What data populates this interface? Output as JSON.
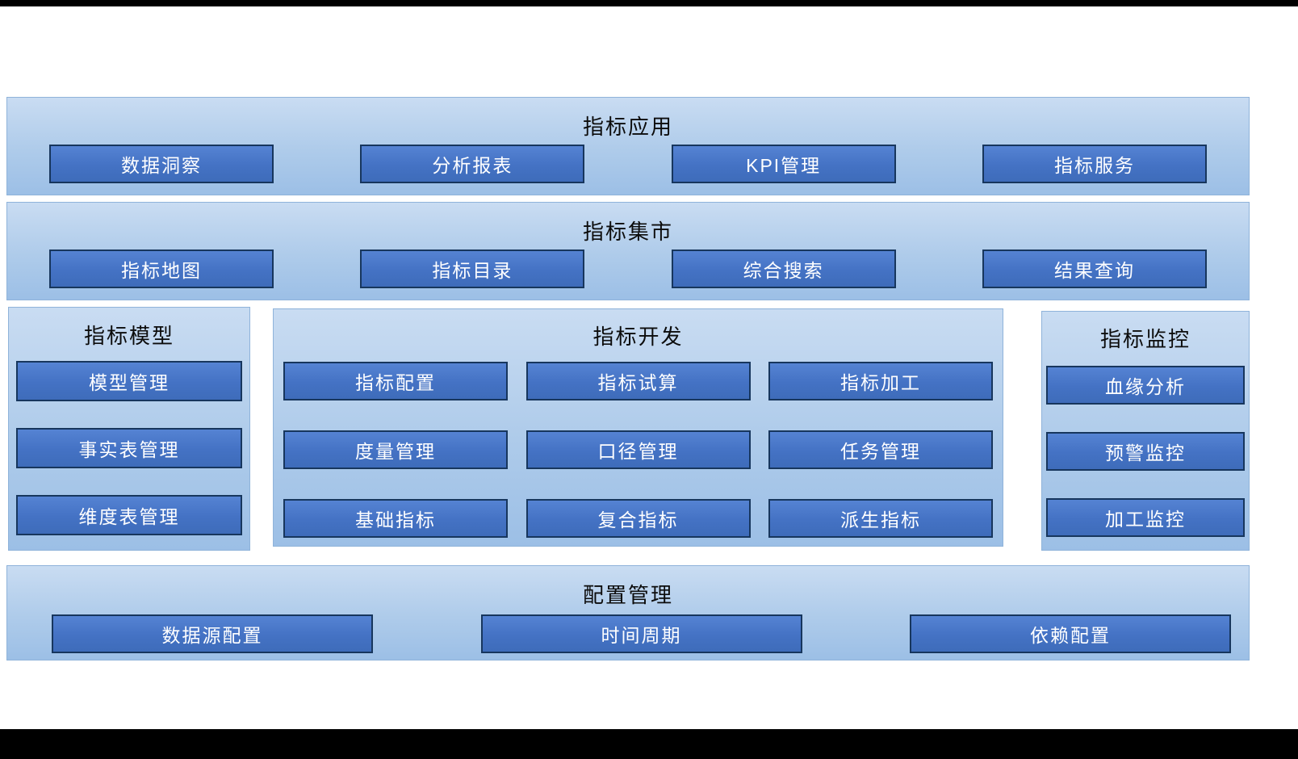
{
  "colors": {
    "panel_fill_top": "#c9dcf2",
    "panel_fill_bottom": "#9cbfe6",
    "box_fill": "#4472c4",
    "box_border": "#17365d",
    "box_text": "#ffffff",
    "title_text": "#0c0c0c"
  },
  "bands": [
    {
      "title": "指标应用",
      "items": [
        "数据洞察",
        "分析报表",
        "KPI管理",
        "指标服务"
      ]
    },
    {
      "title": "指标集市",
      "items": [
        "指标地图",
        "指标目录",
        "综合搜索",
        "结果查询"
      ]
    }
  ],
  "middle": {
    "left": {
      "title": "指标模型",
      "items": [
        "模型管理",
        "事实表管理",
        "维度表管理"
      ]
    },
    "center": {
      "title": "指标开发",
      "rows": [
        [
          "指标配置",
          "指标试算",
          "指标加工"
        ],
        [
          "度量管理",
          "口径管理",
          "任务管理"
        ],
        [
          "基础指标",
          "复合指标",
          "派生指标"
        ]
      ]
    },
    "right": {
      "title": "指标监控",
      "items": [
        "血缘分析",
        "预警监控",
        "加工监控"
      ]
    }
  },
  "bottom": {
    "title": "配置管理",
    "items": [
      "数据源配置",
      "时间周期",
      "依赖配置"
    ]
  }
}
